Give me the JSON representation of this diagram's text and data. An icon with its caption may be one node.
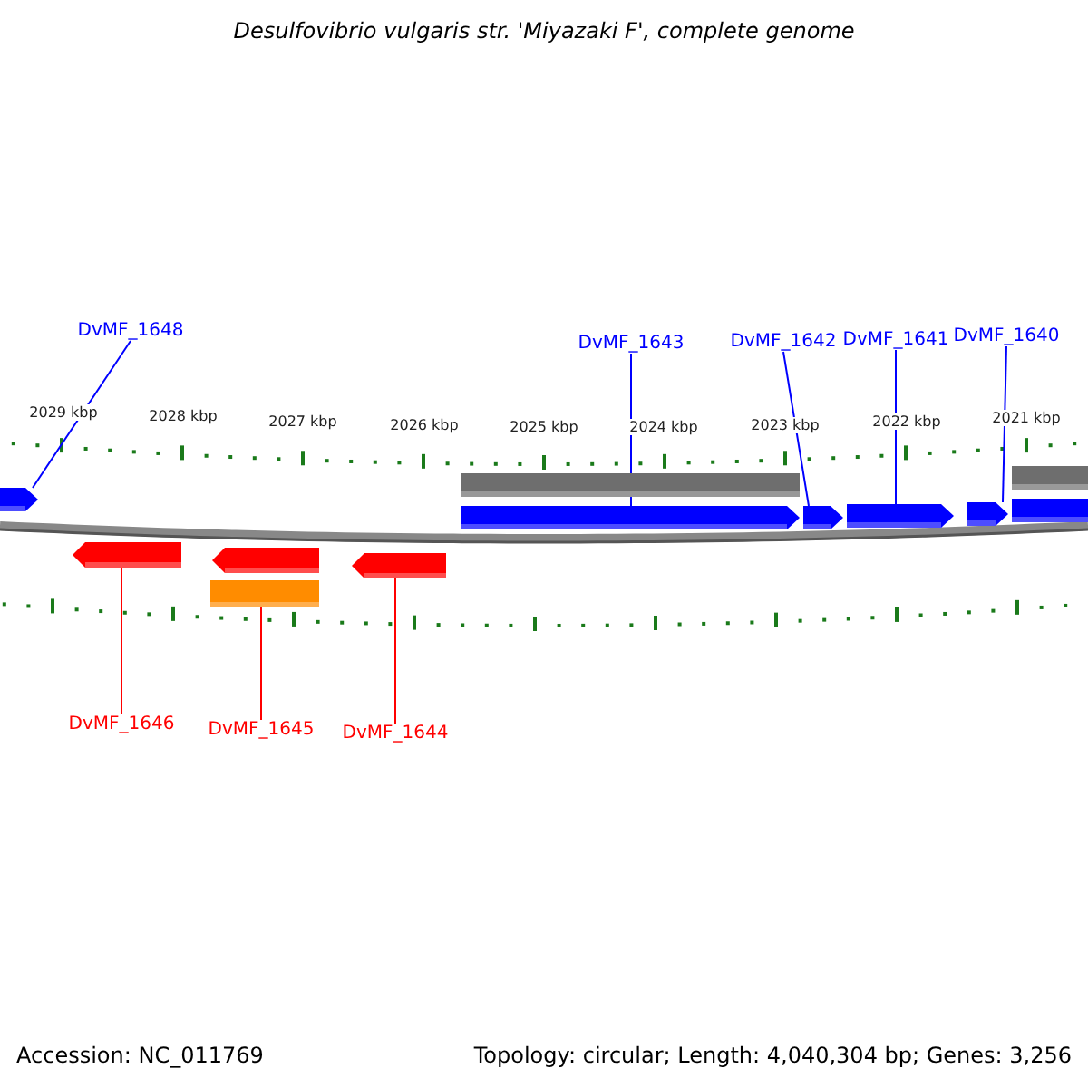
{
  "diagram": {
    "title": "Desulfovibrio vulgaris str. 'Miyazaki F', complete genome",
    "nodes": [
      {
        "text": [
          "DvMF_1648"
        ]
      },
      {
        "text": [
          "DvMF_1643"
        ]
      },
      {
        "text": [
          "DvMF_1642"
        ]
      },
      {
        "text": [
          "DvMF_1641"
        ]
      },
      {
        "text": [
          "DvMF_1640"
        ]
      },
      {
        "text": [],
        "shape": "arrow"
      },
      {
        "text": [],
        "shape": "bar"
      },
      {
        "text": [],
        "shape": "bar"
      },
      {
        "text": [],
        "shape": "arrow"
      },
      {
        "text": [],
        "shape": "arrow"
      },
      {
        "text": [],
        "shape": "arrow"
      },
      {
        "text": [],
        "shape": "arrow"
      },
      {
        "text": [],
        "shape": "arrow"
      },
      {
        "text": [],
        "shape": "arrow"
      },
      {
        "text": [],
        "shape": "arrow"
      },
      {
        "text": [],
        "shape": "arrow"
      },
      {
        "text": [],
        "shape": "bar"
      },
      {
        "text": [
          "DvMF_1646"
        ]
      },
      {
        "text": [
          "DvMF_1645"
        ]
      },
      {
        "text": [
          "DvMF_1644"
        ]
      }
    ],
    "edges": [
      {
        "from": 0,
        "to": 5,
        "arrow": "none"
      },
      {
        "from": 1,
        "to": 8,
        "arrow": "none"
      },
      {
        "from": 2,
        "to": 9,
        "arrow": "none"
      },
      {
        "from": 3,
        "to": 10,
        "arrow": "none"
      },
      {
        "from": 4,
        "to": 11,
        "arrow": "none"
      },
      {
        "from": 17,
        "to": 13,
        "arrow": "none",
        "color": "#ff0000"
      },
      {
        "from": 18,
        "to": 16,
        "arrow": "none",
        "color": "#ff0000"
      },
      {
        "from": 19,
        "to": 15,
        "arrow": "none",
        "color": "#ff0000"
      }
    ],
    "labels": [
      "2029 kbp",
      "2028 kbp",
      "2027 kbp",
      "2026 kbp",
      "2025 kbp",
      "2024 kbp",
      "2023 kbp",
      "2022 kbp",
      "2021 kbp",
      "Accession: NC_011769",
      "Topology: circular; Length: 4,040,304 bp; Genes: 3,256"
    ]
  }
}
